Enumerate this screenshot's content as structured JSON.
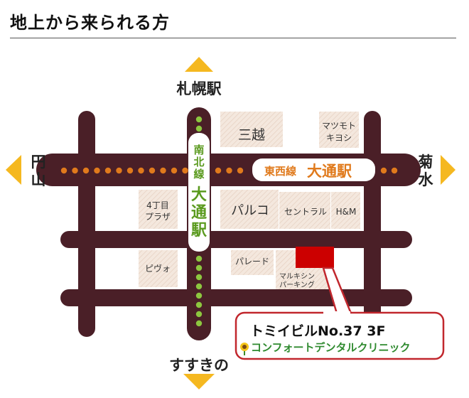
{
  "page": {
    "title": "地上から来られる方"
  },
  "directions": {
    "north": "札幌駅",
    "south": "すすきの",
    "west": [
      "円",
      "山"
    ],
    "east": [
      "菊",
      "水"
    ]
  },
  "lines": {
    "tozai": {
      "line_name": "東西線",
      "station": "大通駅"
    },
    "nanboku": {
      "line_name": [
        "南",
        "北",
        "線"
      ],
      "station": [
        "大",
        "通",
        "駅"
      ]
    }
  },
  "buildings": {
    "mitsukoshi": "三越",
    "matsumoto": [
      "マツモト",
      "キヨシ"
    ],
    "plaza": [
      "4丁目",
      "プラザ"
    ],
    "parco": "パルコ",
    "central": "セントラル",
    "hm": "H&M",
    "pivot": "ピヴォ",
    "parade": "パレード",
    "parking": [
      "マルキシン",
      "パーキング"
    ]
  },
  "destination": {
    "building": "トミイビルNo.37 3F",
    "clinic": "コンフォートデンタルクリニック"
  },
  "colors": {
    "road": "#4a1f27",
    "tozai_dot": "#e07a1c",
    "nanboku_dot": "#8cc63f",
    "arrow": "#f5b820",
    "building_fill": "#f3e6dc",
    "destination": "#cc0000",
    "callout_border": "#c1272d",
    "clinic_text": "#2f8a2f"
  }
}
